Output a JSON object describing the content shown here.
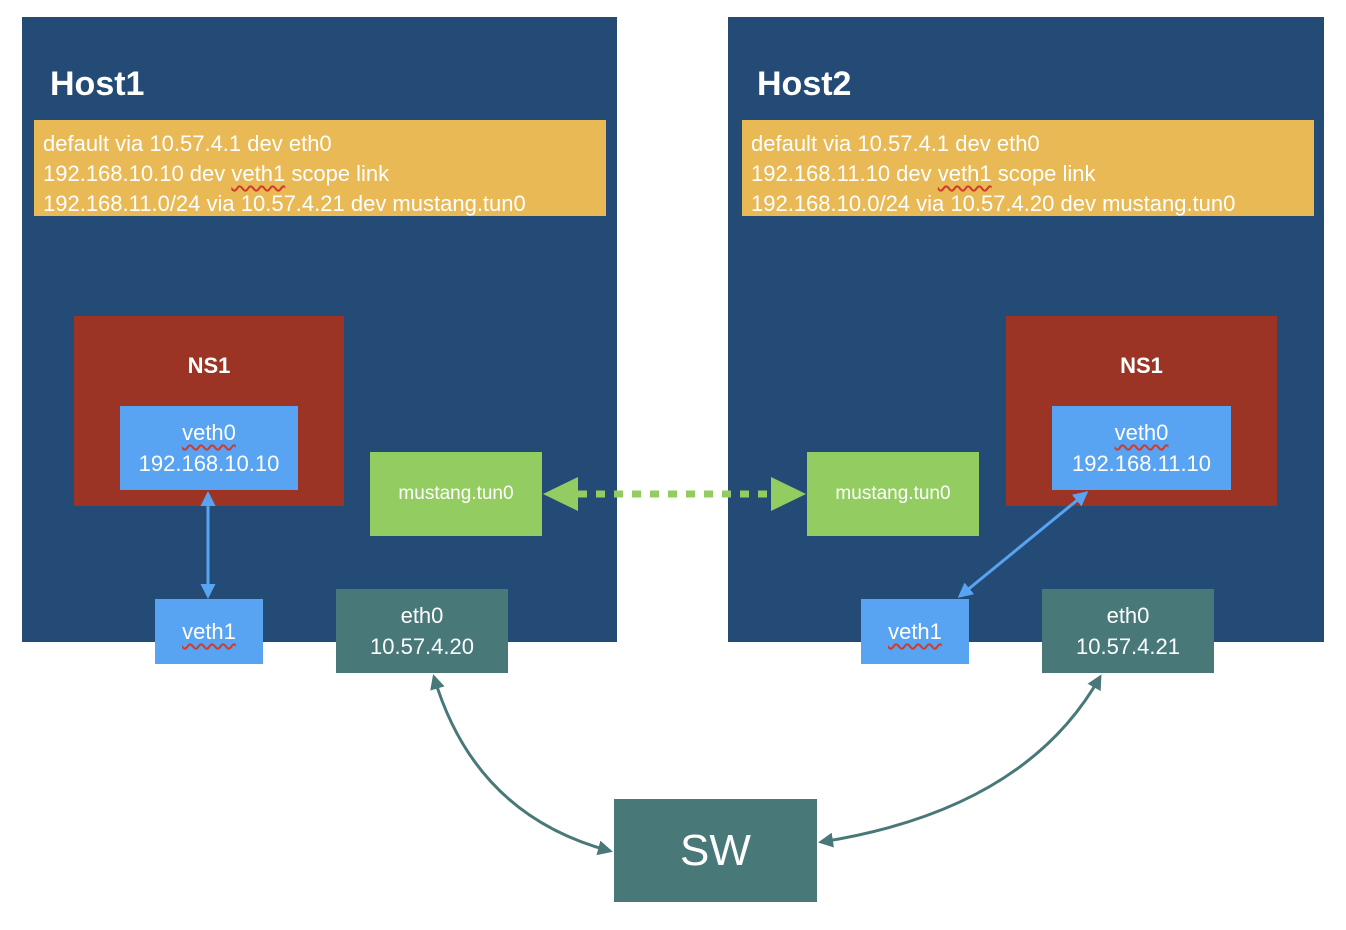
{
  "host1": {
    "title": "Host1",
    "routes": {
      "line1": "default via 10.57.4.1 dev eth0",
      "line2_prefix": "192.168.10.10 dev ",
      "line2_dev": "veth1",
      "line2_suffix": " scope link",
      "line3": "192.168.11.0/24 via 10.57.4.21 dev mustang.tun0"
    },
    "ns_title": "NS1",
    "veth0": {
      "name": "veth0",
      "ip": "192.168.10.10"
    },
    "veth1": "veth1",
    "tun": "mustang.tun0",
    "eth0": {
      "name": "eth0",
      "ip": "10.57.4.20"
    }
  },
  "host2": {
    "title": "Host2",
    "routes": {
      "line1": "default via 10.57.4.1 dev eth0",
      "line2_prefix": "192.168.11.10 dev ",
      "line2_dev": "veth1",
      "line2_suffix": " scope link",
      "line3": "192.168.10.0/24 via 10.57.4.20 dev mustang.tun0"
    },
    "ns_title": "NS1",
    "veth0": {
      "name": "veth0",
      "ip": "192.168.11.10"
    },
    "veth1": "veth1",
    "tun": "mustang.tun0",
    "eth0": {
      "name": "eth0",
      "ip": "10.57.4.21"
    }
  },
  "switch": "SW",
  "colors": {
    "host": "#244b76",
    "routes": "#e8b954",
    "namespace": "#9b3424",
    "veth": "#58a3f2",
    "tunnel": "#93cd62",
    "ethernet": "#497878"
  }
}
